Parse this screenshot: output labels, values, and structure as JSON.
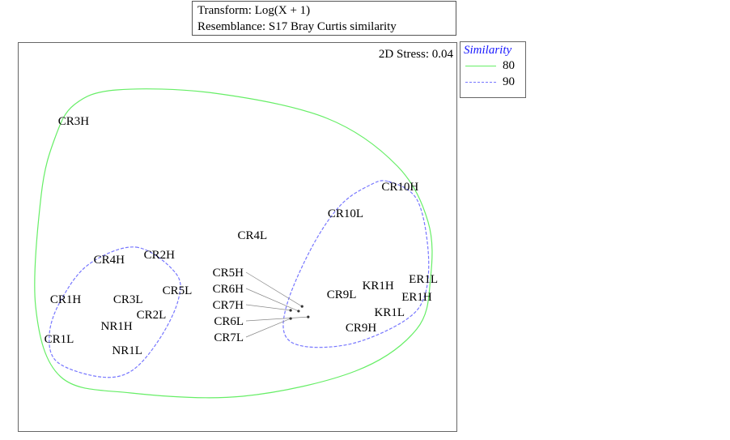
{
  "header": {
    "transform": "Transform: Log(X + 1)",
    "resemblance": "Resemblance: S17 Bray Curtis similarity"
  },
  "chart_data": {
    "type": "scatter",
    "title": "2D MDS ordination",
    "stress_label": "2D Stress: 0.04",
    "xlabel": "",
    "ylabel": "",
    "xlim": [
      0,
      100
    ],
    "ylim": [
      0,
      100
    ],
    "grid": false,
    "legend": {
      "title": "Similarity",
      "placement": "right",
      "entries": [
        {
          "label": "80",
          "color": "#66ee66",
          "style": "solid"
        },
        {
          "label": "90",
          "color": "#7777ff",
          "style": "dashed"
        }
      ]
    },
    "points": [
      {
        "label": "CR3H",
        "x": 12.5,
        "y": 80.0
      },
      {
        "label": "CR10H",
        "x": 86.8,
        "y": 63.2
      },
      {
        "label": "CR10L",
        "x": 74.4,
        "y": 56.3
      },
      {
        "label": "CR4L",
        "x": 53.2,
        "y": 50.7
      },
      {
        "label": "CR4H",
        "x": 20.6,
        "y": 44.5
      },
      {
        "label": "CR2H",
        "x": 32.0,
        "y": 45.7
      },
      {
        "label": "CR5L",
        "x": 36.1,
        "y": 36.6
      },
      {
        "label": "CR1H",
        "x": 10.7,
        "y": 34.3
      },
      {
        "label": "CR3L",
        "x": 24.9,
        "y": 34.3
      },
      {
        "label": "CR2L",
        "x": 30.2,
        "y": 31.6
      },
      {
        "label": "NR1H",
        "x": 22.3,
        "y": 27.4
      },
      {
        "label": "CR1L",
        "x": 9.2,
        "y": 24.1
      },
      {
        "label": "NR1L",
        "x": 24.7,
        "y": 21.2
      },
      {
        "label": "CR9L",
        "x": 73.5,
        "y": 35.6
      },
      {
        "label": "KR1H",
        "x": 81.8,
        "y": 37.8
      },
      {
        "label": "ER1L",
        "x": 92.1,
        "y": 39.1
      },
      {
        "label": "ER1H",
        "x": 90.6,
        "y": 35.6
      },
      {
        "label": "KR1L",
        "x": 84.4,
        "y": 31.8
      },
      {
        "label": "CR9H",
        "x": 77.9,
        "y": 29.5
      },
      {
        "label": "CR5H",
        "x": 64.5,
        "y": 32.4
      },
      {
        "label": "CR6H",
        "x": 63.7,
        "y": 31.2
      },
      {
        "label": "CR7H",
        "x": 61.9,
        "y": 31.4
      },
      {
        "label": "CR6L",
        "x": 65.9,
        "y": 29.7
      },
      {
        "label": "CR7L",
        "x": 61.9,
        "y": 29.3
      }
    ]
  }
}
